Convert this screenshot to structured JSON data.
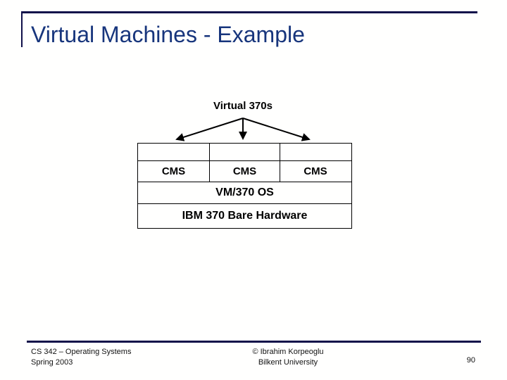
{
  "slide": {
    "title": "Virtual Machines - Example"
  },
  "colors": {
    "background": "#FFFFFE",
    "accent_rule": "#10104A",
    "title_text": "#17357C",
    "diagram_text": "#000000",
    "table_border": "#000000"
  },
  "diagram": {
    "label": "Virtual 370s",
    "arrows": [
      "down-left-arrow",
      "down-arrow",
      "down-right-arrow"
    ],
    "table": {
      "empty_cells": [
        "",
        "",
        ""
      ],
      "cms_cells": [
        "CMS",
        "CMS",
        "CMS"
      ],
      "os_row": "VM/370 OS",
      "hardware_row": "IBM 370 Bare Hardware"
    }
  },
  "footer": {
    "course_line1": "CS 342 – Operating Systems",
    "course_line2": "Spring 2003",
    "credit_line1": "© Ibrahim Korpeoglu",
    "credit_line2": "Bilkent University",
    "page_number": "90"
  }
}
